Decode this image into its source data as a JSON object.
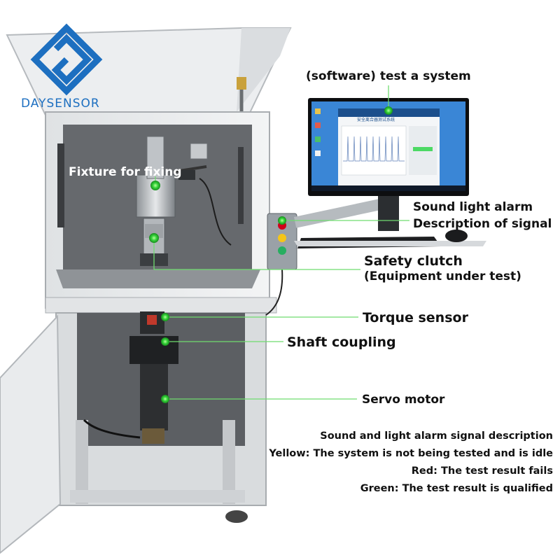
{
  "brand": {
    "name": "DAYSENSOR",
    "color": "#1d6fc0"
  },
  "screen": {
    "app_title": "安全离合器测试系统"
  },
  "labels": {
    "software": "(software) test a system",
    "fixture": "Fixture for fixing",
    "alarm": "Sound light alarm",
    "signal": "Description of signal",
    "clutch": "Safety clutch",
    "equipment": "(Equipment under test)",
    "torque": "Torque sensor",
    "coupling": "Shaft coupling",
    "servo": "Servo motor"
  },
  "legend": {
    "title": "Sound and light alarm signal description",
    "yellow": "Yellow: The system is not being tested and is idle",
    "red": "Red: The test result fails",
    "green": "Green: The test result is qualified"
  },
  "colors": {
    "marker": "#2ecc40",
    "lamp_red": "#d0021b",
    "lamp_yellow": "#f5c518",
    "lamp_green": "#27ae60"
  }
}
